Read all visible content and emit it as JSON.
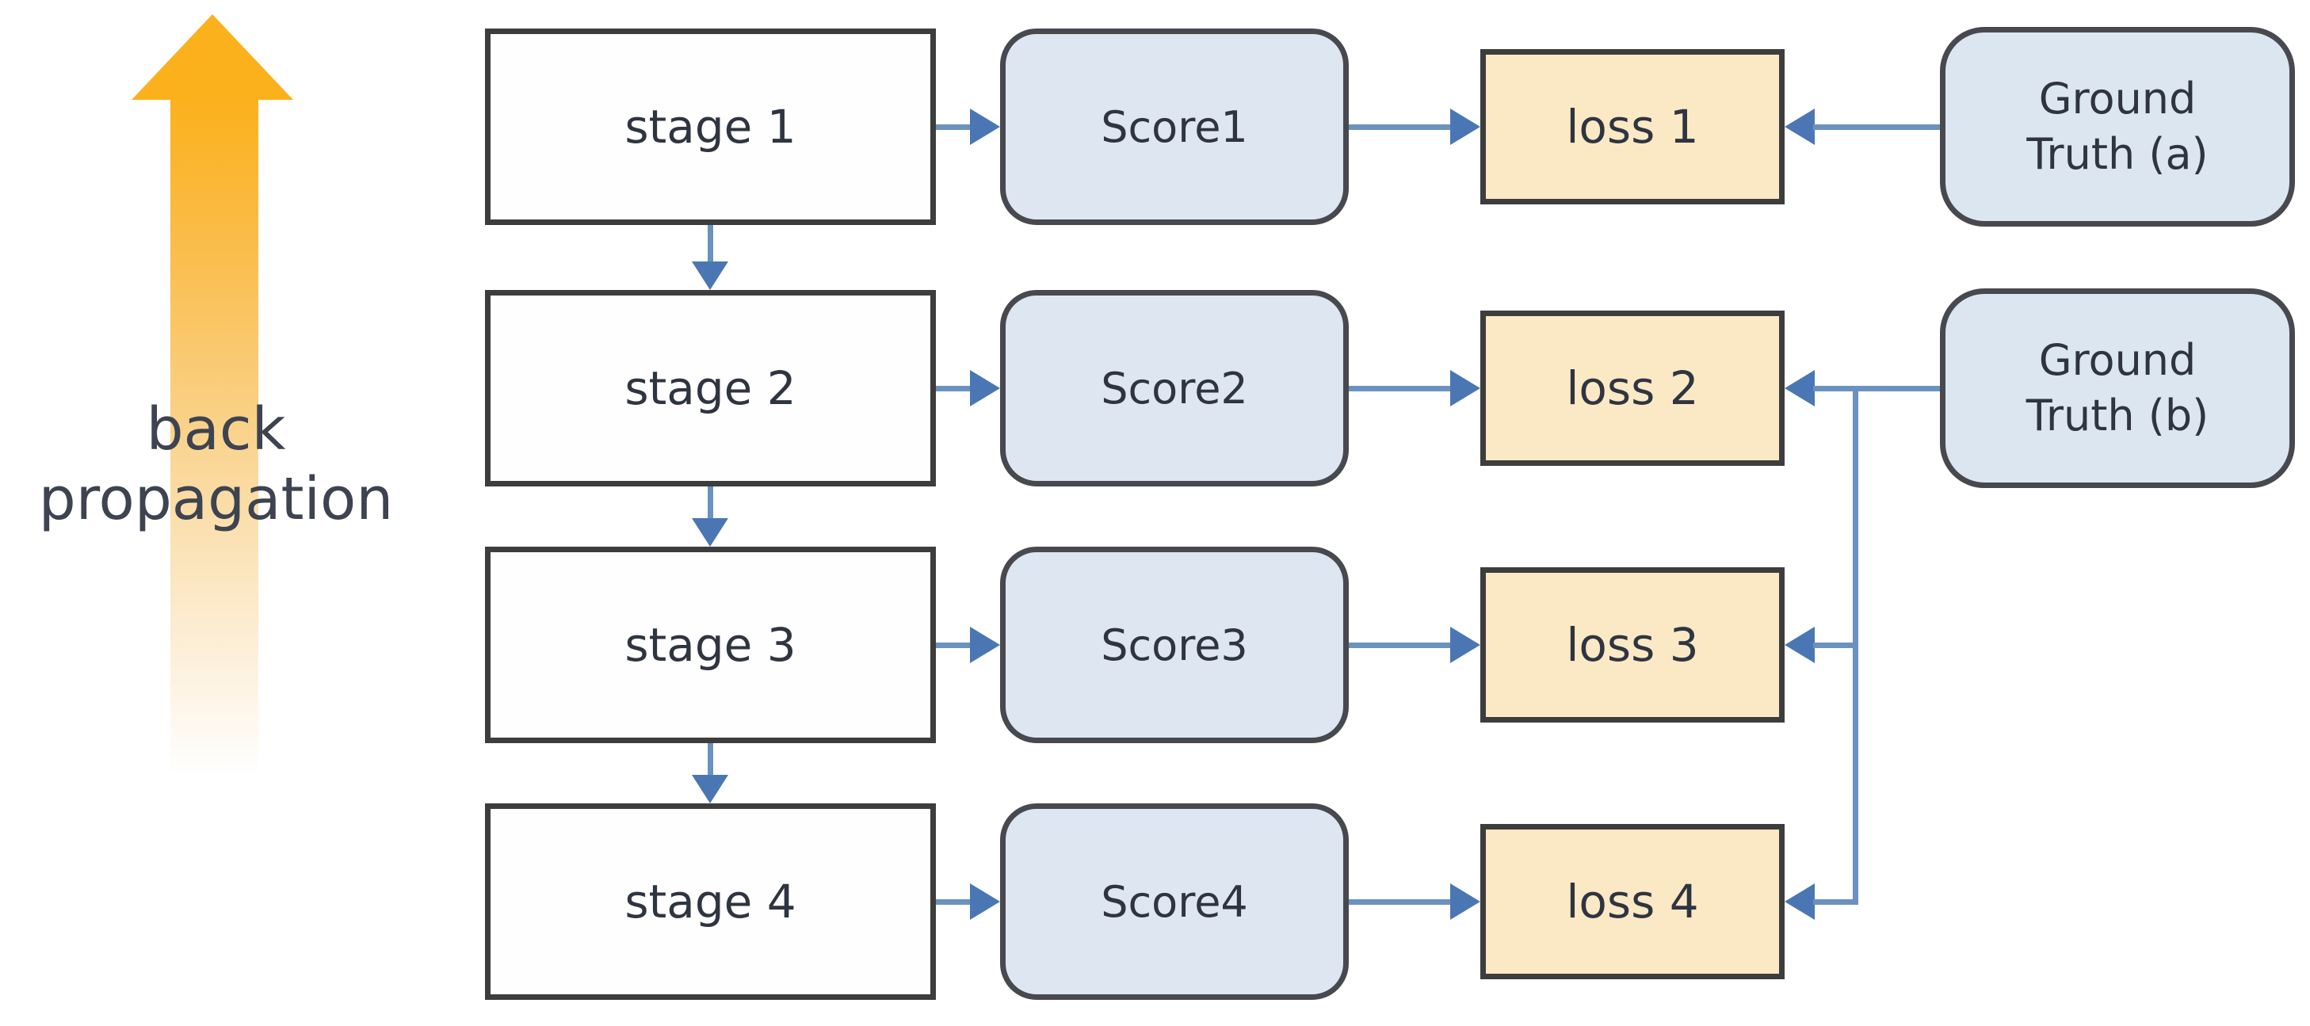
{
  "back_propagation": {
    "line1": "back",
    "line2": "propagation"
  },
  "stages": [
    {
      "label": "stage 1"
    },
    {
      "label": "stage 2"
    },
    {
      "label": "stage 3"
    },
    {
      "label": "stage 4"
    }
  ],
  "scores": [
    {
      "label": "Score1"
    },
    {
      "label": "Score2"
    },
    {
      "label": "Score3"
    },
    {
      "label": "Score4"
    }
  ],
  "losses": [
    {
      "label": "loss 1"
    },
    {
      "label": "loss 2"
    },
    {
      "label": "loss 3"
    },
    {
      "label": "loss 4"
    }
  ],
  "ground_truths": [
    {
      "line1": "Ground",
      "line2": "Truth (a)"
    },
    {
      "line1": "Ground",
      "line2": "Truth (b)"
    }
  ],
  "colors": {
    "connector_line": "#6b92bf",
    "arrowhead": "#4a77b4",
    "box_border": "#3d3d3d",
    "rounded_border": "#47494f",
    "stage_fill": "#fefefe",
    "score_fill": "#dde6f1",
    "loss_fill": "#fbe9c6",
    "ground_truth_fill": "#dce6f1",
    "back_arrow_orange": "#fbb11c",
    "label_text": "#2f3540",
    "bp_text": "#3d4350"
  }
}
